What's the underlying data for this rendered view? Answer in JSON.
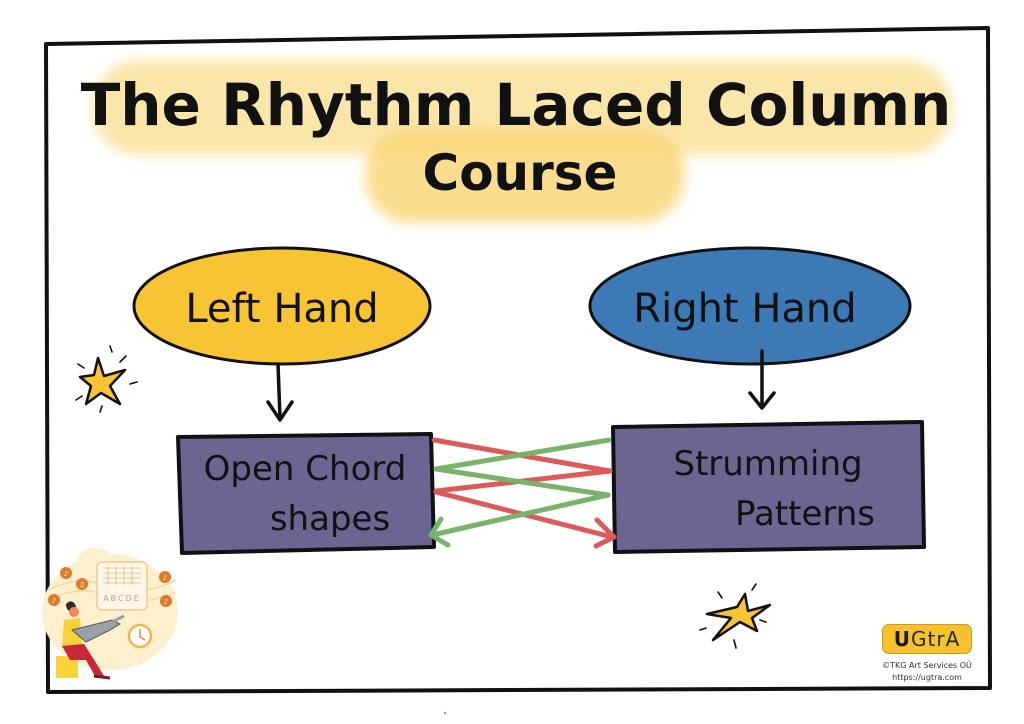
{
  "title": {
    "line1": "The Rhythm Laced Column",
    "line2": "Course"
  },
  "nodes": {
    "left_hand": {
      "label": "Left Hand",
      "color": "#f7c433"
    },
    "right_hand": {
      "label": "Right Hand",
      "color": "#3d7ab5"
    },
    "open_chord": {
      "line1": "Open Chord",
      "line2": "shapes",
      "color": "#6c6591"
    },
    "strumming": {
      "line1": "Strumming",
      "line2": "Patterns",
      "color": "#6c6591"
    }
  },
  "connections": {
    "red_color": "#dc5a5a",
    "green_color": "#79b36b"
  },
  "illustration": {
    "chart_letters": "ABCDE"
  },
  "branding": {
    "logo_prefix": "U",
    "logo_rest": "GtrA",
    "copyright": "©TKG Art Services OÜ",
    "url": "https://ugtra.com"
  },
  "colors": {
    "highlight": "#fbe3a0",
    "highlight_strong": "#f9d779",
    "star": "#f7c433",
    "frame": "#111111"
  }
}
